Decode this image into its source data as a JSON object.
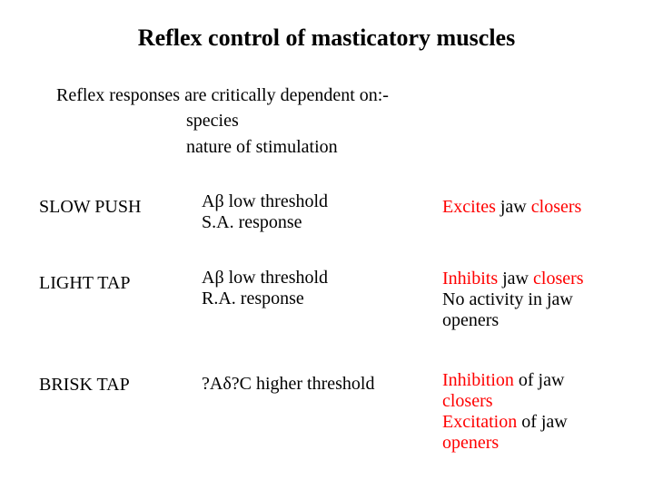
{
  "title": "Reflex control of masticatory muscles",
  "intro": {
    "heading": "Reflex responses are critically dependent on:-",
    "points": [
      "species",
      "nature of stimulation"
    ]
  },
  "colors": {
    "highlight": "#ff0000",
    "text": "#000000"
  },
  "rows": [
    {
      "stimulus": "SLOW PUSH",
      "fibre": [
        "Aβ low threshold",
        "S.A. response"
      ],
      "effect": [
        [
          {
            "t": "Excites",
            "red": true
          },
          {
            "t": " jaw ",
            "red": false
          },
          {
            "t": "closers",
            "red": true
          }
        ]
      ]
    },
    {
      "stimulus": "LIGHT TAP",
      "fibre": [
        "Aβ low threshold",
        "R.A. response"
      ],
      "effect": [
        [
          {
            "t": "Inhibits",
            "red": true
          },
          {
            "t": " jaw ",
            "red": false
          },
          {
            "t": "closers",
            "red": true
          }
        ],
        [
          {
            "t": "No activity in jaw",
            "red": false
          }
        ],
        [
          {
            "t": "openers",
            "red": false
          }
        ]
      ]
    },
    {
      "stimulus": "BRISK TAP",
      "fibre": [
        "?Aδ?C higher threshold"
      ],
      "effect": [
        [
          {
            "t": "Inhibition",
            "red": true
          },
          {
            "t": " of jaw",
            "red": false
          }
        ],
        [
          {
            "t": "closers",
            "red": true
          }
        ],
        [
          {
            "t": "Excitation",
            "red": true
          },
          {
            "t": " of jaw",
            "red": false
          }
        ],
        [
          {
            "t": "openers",
            "red": true
          }
        ]
      ]
    }
  ]
}
